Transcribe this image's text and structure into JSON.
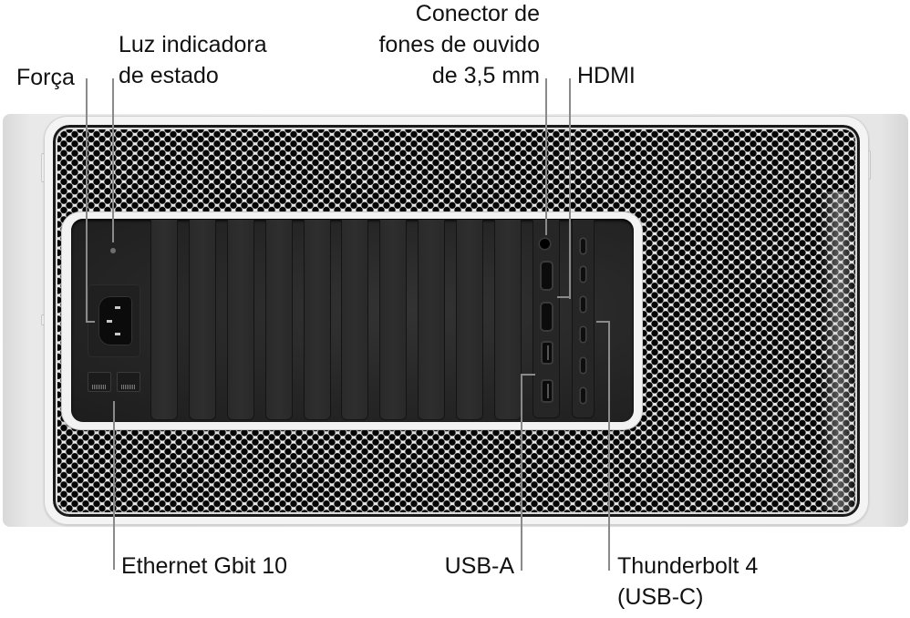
{
  "diagram": {
    "subject": "Mac Pro (rack) rear panel",
    "callouts": {
      "power": "Força",
      "status_light_line1": "Luz indicadora",
      "status_light_line2": "de estado",
      "headphone_line1": "Conector de",
      "headphone_line2": "fones de ouvido",
      "headphone_line3": "de 3,5 mm",
      "hdmi": "HDMI",
      "ethernet": "Ethernet Gbit 10",
      "usb_a": "USB-A",
      "thunderbolt_line1": "Thunderbolt 4",
      "thunderbolt_line2": "(USB-C)"
    },
    "ports": {
      "ethernet_count": 2,
      "hdmi_count": 2,
      "usb_a_count": 2,
      "thunderbolt_count": 6,
      "headphone_count": 1,
      "pcie_slot_covers": 10
    },
    "colors": {
      "chassis": "#e9e9e9",
      "panel": "#262626",
      "leader_line": "#8a8a8a",
      "text": "#111111"
    }
  }
}
